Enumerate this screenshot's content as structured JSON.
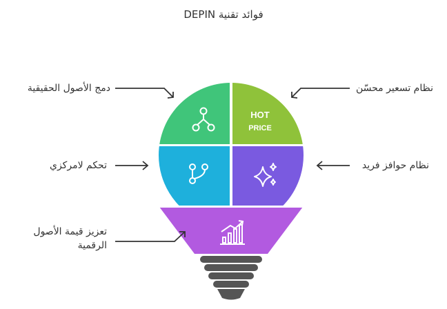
{
  "title": "فوائد تقنية DEPIN",
  "benefits": {
    "top_left": "دمج الأصول الحقيقية",
    "top_right": "نظام تسعير محسّن",
    "middle_left": "تحكم لامركزي",
    "middle_right": "نظام حوافز فريد",
    "bottom_line1": "تعزيز قيمة الأصول",
    "bottom_line2": "الرقمية"
  },
  "icon_text": {
    "hot": "HOT",
    "price": "PRICE"
  },
  "icons": {
    "top_left": "hierarchy-icon",
    "top_right": "hot-price-icon",
    "middle_left": "branch-icon",
    "middle_right": "sparkle-icon",
    "bottom": "growth-chart-icon"
  },
  "colors": {
    "top_left": "#40c57a",
    "top_right": "#8fc23a",
    "middle_left": "#1eb0dc",
    "middle_right": "#7a5ae0",
    "bottom": "#b25ae0",
    "base": "#555555"
  }
}
